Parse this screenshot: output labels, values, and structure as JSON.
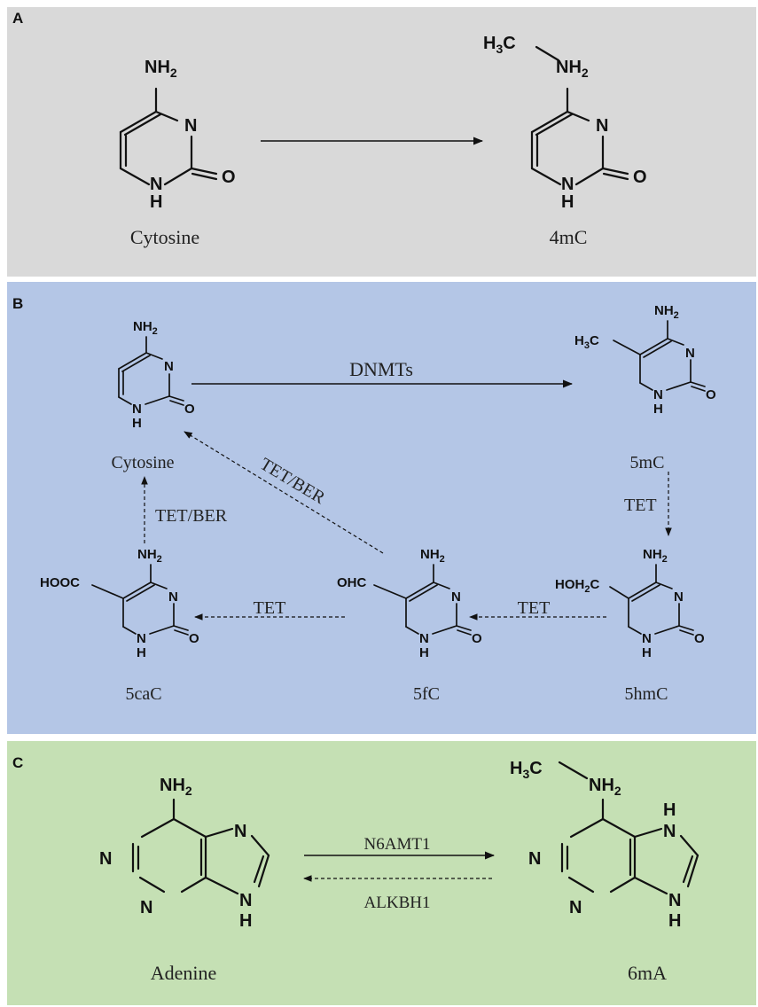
{
  "colors": {
    "panel_a": "#d9d9d9",
    "panel_b": "#b4c6e6",
    "panel_c": "#c5e0b4"
  },
  "panels": {
    "a": {
      "letter": "A",
      "reactant": {
        "name": "Cytosine",
        "nh2": "NH",
        "n": "N",
        "nh": "N",
        "h": "H",
        "o": "O"
      },
      "product": {
        "name": "4mC",
        "ch3": "H",
        "ch3_c": "C",
        "nh2": "NH",
        "n": "N",
        "nh": "N",
        "h": "H",
        "o": "O"
      },
      "sub2": "2",
      "sub3": "3"
    },
    "b": {
      "letter": "B",
      "cytosine": {
        "name": "Cytosine",
        "nh2": "NH",
        "n": "N",
        "nh": "N",
        "h": "H",
        "o": "O"
      },
      "m5c": {
        "name": "5mC",
        "sub": "H",
        "sub_c": "C",
        "nh2": "NH",
        "n": "N",
        "nh": "N",
        "h": "H",
        "o": "O"
      },
      "hm5c": {
        "name": "5hmC",
        "sub": "HOH",
        "sub_c": "C",
        "nh2": "NH",
        "n": "N",
        "nh": "N",
        "h": "H",
        "o": "O"
      },
      "f5c": {
        "name": "5fC",
        "sub": "OHC",
        "nh2": "NH",
        "n": "N",
        "nh": "N",
        "h": "H",
        "o": "O"
      },
      "ca5c": {
        "name": "5caC",
        "sub": "HOOC",
        "nh2": "NH",
        "n": "N",
        "nh": "N",
        "h": "H",
        "o": "O"
      },
      "enzymes": {
        "dnmts": "DNMTs",
        "tet_down": "TET",
        "tet_5hmc_5fc": "TET",
        "tet_5fc_5cac": "TET",
        "tet_ber_up": "TET/BER",
        "tet_ber_diag": "TET/BER"
      },
      "sub2": "2",
      "sub3": "3"
    },
    "c": {
      "letter": "C",
      "reactant": {
        "name": "Adenine",
        "nh2": "NH",
        "n1": "N",
        "n3": "N",
        "n7": "N",
        "n9": "N",
        "h9": "H"
      },
      "product": {
        "name": "6mA",
        "ch3": "H",
        "ch3_c": "C",
        "nh2": "NH",
        "n1": "N",
        "n3": "N",
        "n7": "N",
        "h7": "H",
        "n9": "N",
        "h9": "H"
      },
      "enzymes": {
        "forward": "N6AMT1",
        "reverse": "ALKBH1"
      },
      "sub2": "2",
      "sub3": "3"
    }
  }
}
